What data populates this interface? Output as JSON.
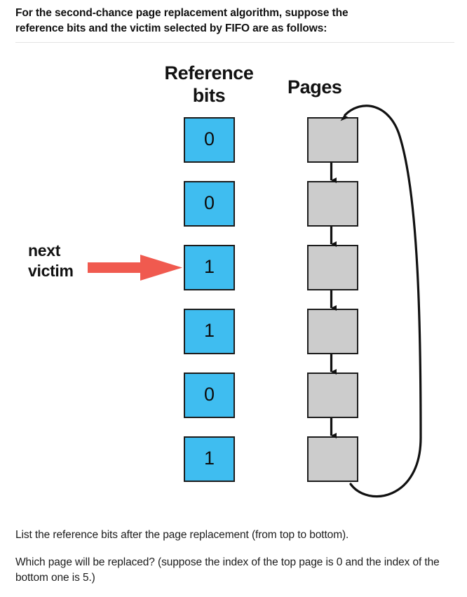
{
  "header": {
    "line1": "For the second-chance page replacement algorithm, suppose the",
    "line2": "reference bits and the victim selected by FIFO are as follows:"
  },
  "diagram": {
    "reference_heading_line1": "Reference",
    "reference_heading_line2": "bits",
    "pages_heading": "Pages",
    "next_victim_line1": "next",
    "next_victim_line2": "victim",
    "next_victim_index": 2,
    "reference_bits": [
      "0",
      "0",
      "1",
      "1",
      "0",
      "1"
    ],
    "page_count": 6,
    "colors": {
      "reference_box_fill": "#3fbdf0",
      "page_box_fill": "#cccccc",
      "box_border": "#1c1c1c",
      "victim_arrow": "#f05a4f",
      "loop_arrow": "#111111"
    }
  },
  "questions": {
    "q1": "List the reference bits after the page replacement (from top to bottom).",
    "q2_line1": "Which page will be replaced? (suppose the index of the top page is 0 and",
    "q2_line2": "the index of the bottom one is 5.)"
  }
}
